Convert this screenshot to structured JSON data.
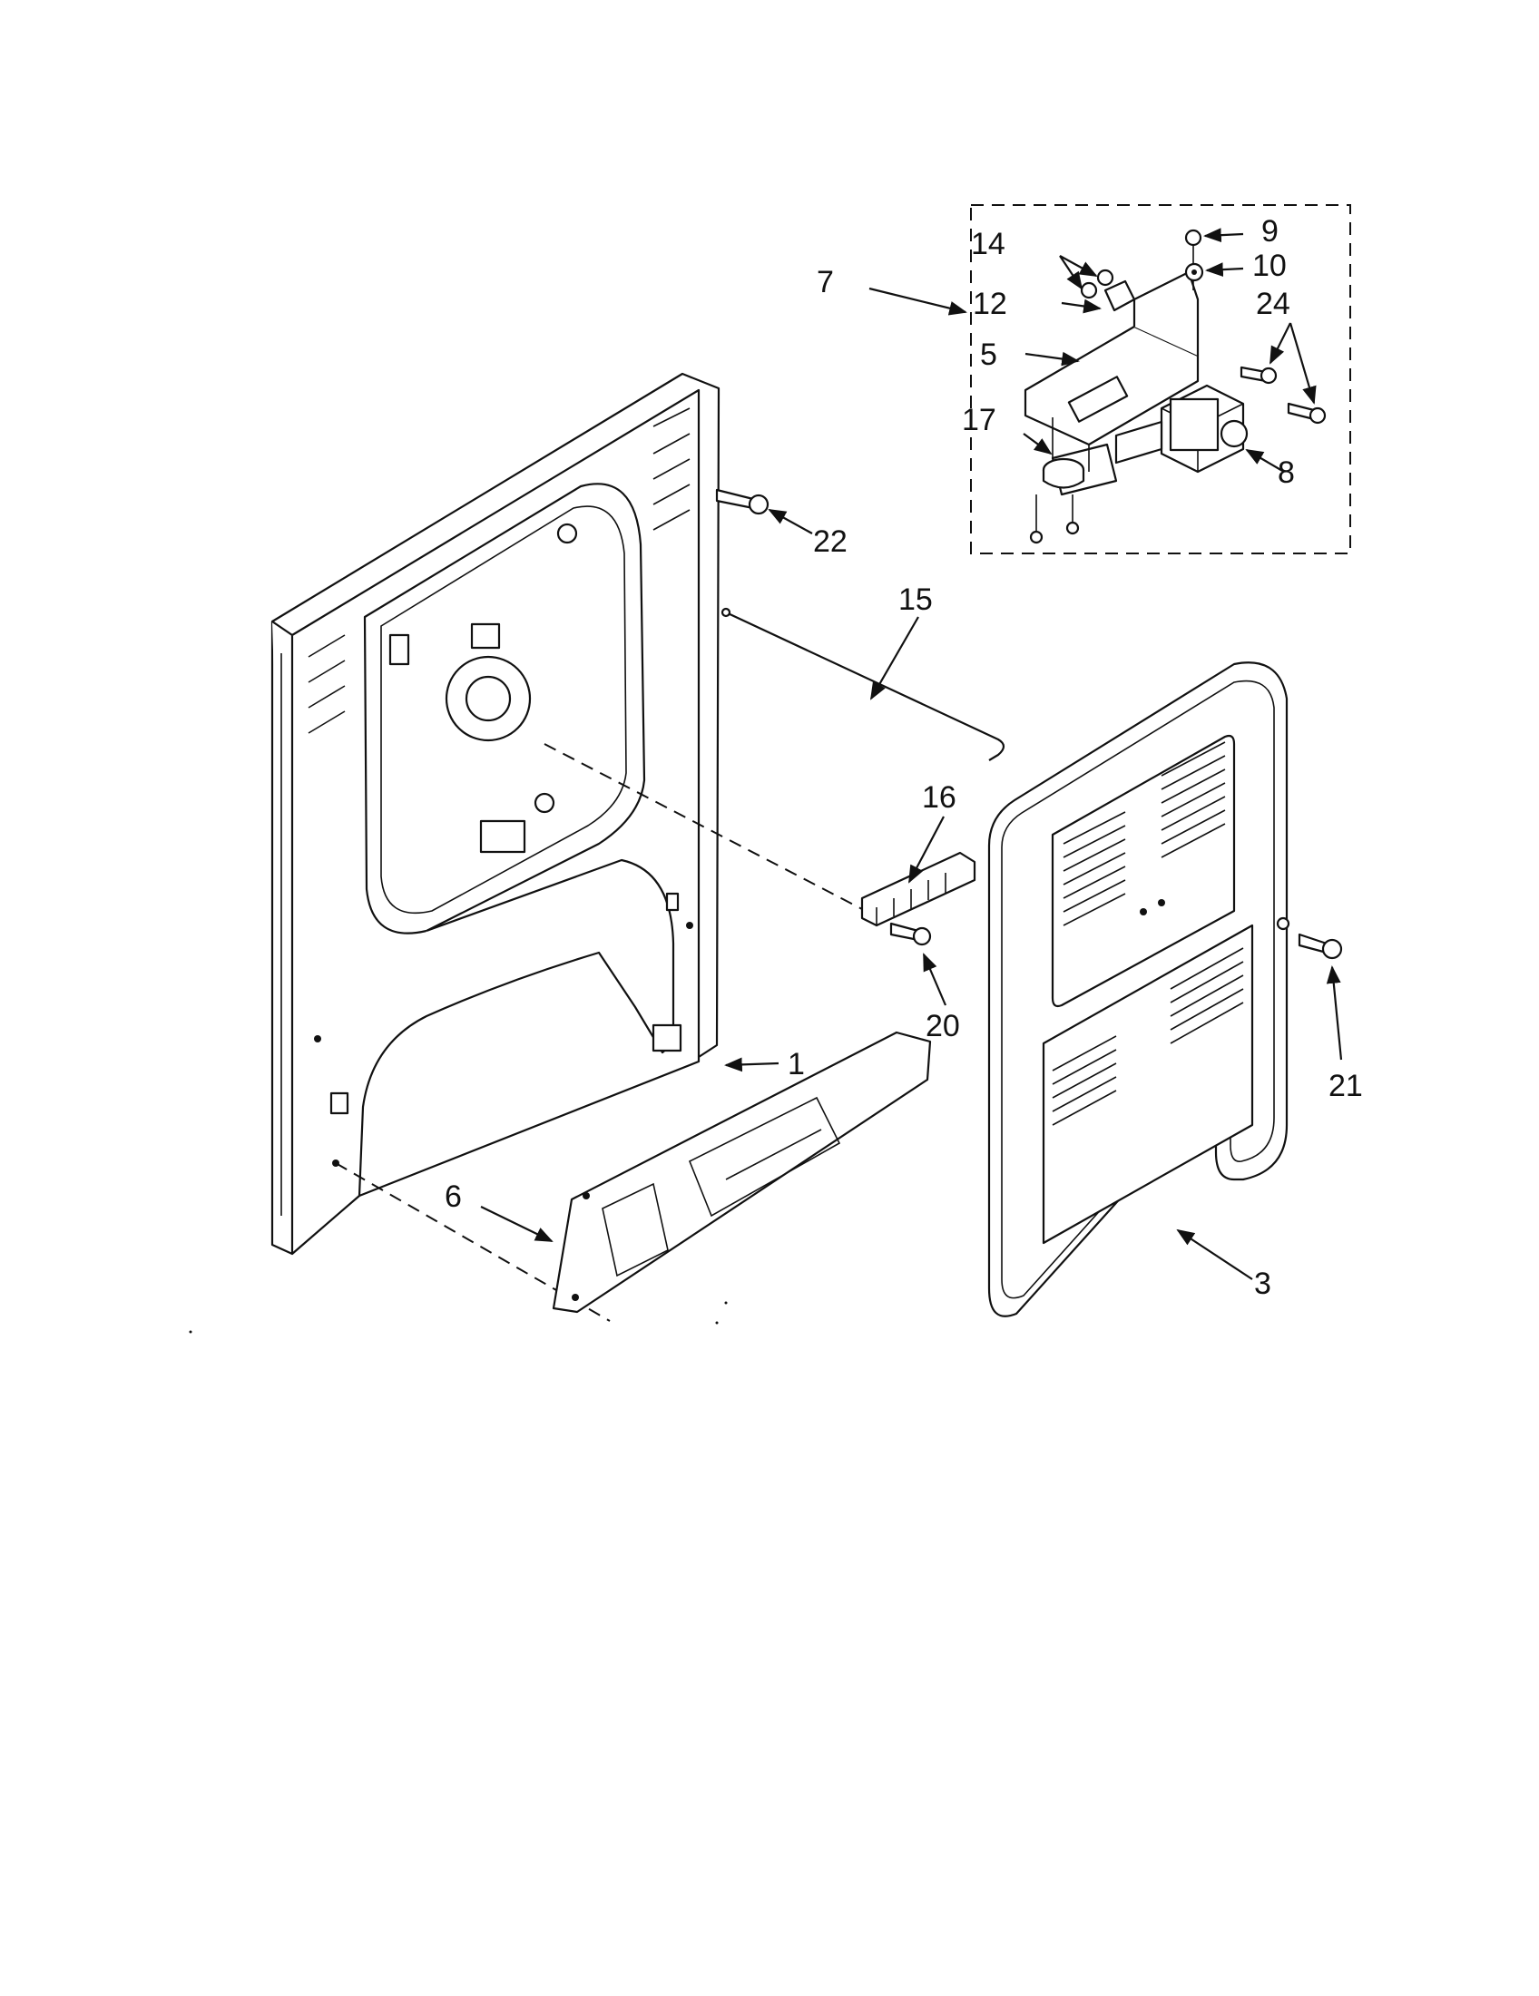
{
  "callouts": {
    "c1": "1",
    "c3": "3",
    "c5": "5",
    "c6": "6",
    "c7": "7",
    "c8": "8",
    "c9": "9",
    "c10": "10",
    "c12": "12",
    "c14": "14",
    "c15": "15",
    "c16": "16",
    "c17": "17",
    "c20": "20",
    "c21": "21",
    "c22": "22",
    "c24": "24"
  }
}
